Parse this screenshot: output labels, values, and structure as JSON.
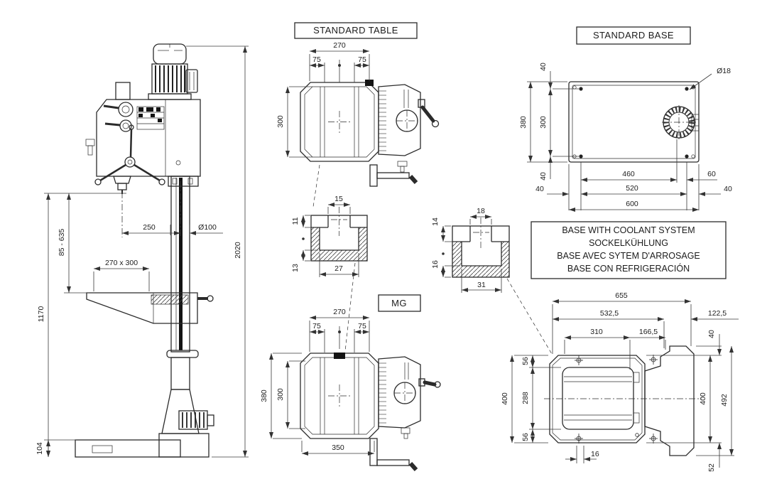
{
  "side_view": {
    "dims": {
      "spindle_to_column": "250",
      "column_diameter": "Ø100",
      "table_travel": "85 - 635",
      "table_size": "270 x 300",
      "height_max": "1170",
      "overall_height": "2020",
      "base_height": "104"
    }
  },
  "standard_table": {
    "title": "STANDARD TABLE",
    "dims": {
      "width": "270",
      "slot_left": "75",
      "slot_right": "75",
      "depth": "300"
    }
  },
  "tslot_table": {
    "dims": {
      "top_width": "15",
      "lip_depth": "11",
      "web_depth": "13",
      "bottom_width": "27"
    }
  },
  "mg_table": {
    "title": "MG",
    "dims": {
      "width": "270",
      "slot_left": "75",
      "slot_right": "75",
      "outer_depth": "380",
      "inner_depth": "300",
      "overall_width": "350"
    }
  },
  "standard_base": {
    "title": "STANDARD BASE",
    "dims": {
      "top_margin": "40",
      "hole_spacing_v": "300",
      "bottom_margin": "40",
      "depth": "380",
      "hole_dia": "Ø18",
      "to_circle": "460",
      "circle_to_hole": "60",
      "hole_spacing_h": "520",
      "left_margin": "40",
      "right_margin": "40",
      "width": "600"
    }
  },
  "tslot_base": {
    "dims": {
      "top_width": "18",
      "lip_depth": "14",
      "web_depth": "16",
      "bottom_width": "31"
    }
  },
  "coolant_note": {
    "lines": [
      "BASE WITH COOLANT SYSTEM",
      "SOCKELKÜHLUNG",
      "BASE AVEC SYTEM D'ARROSAGE",
      "BASE CON  REFRIGERACIÓN"
    ]
  },
  "coolant_base": {
    "dims": {
      "overall_width": "655",
      "plate_width": "532,5",
      "tank_width": "122,5",
      "slot_span": "310",
      "slot_to_tank": "166,5",
      "tank_top_offset": "40",
      "edge_to_slot_top": "56",
      "slot_spacing_v": "288",
      "edge_to_slot_bottom": "56",
      "plate_depth_left": "400",
      "plate_depth_right": "400",
      "tank_depth": "492",
      "slot_width": "16",
      "tank_bottom_offset": "52"
    }
  }
}
